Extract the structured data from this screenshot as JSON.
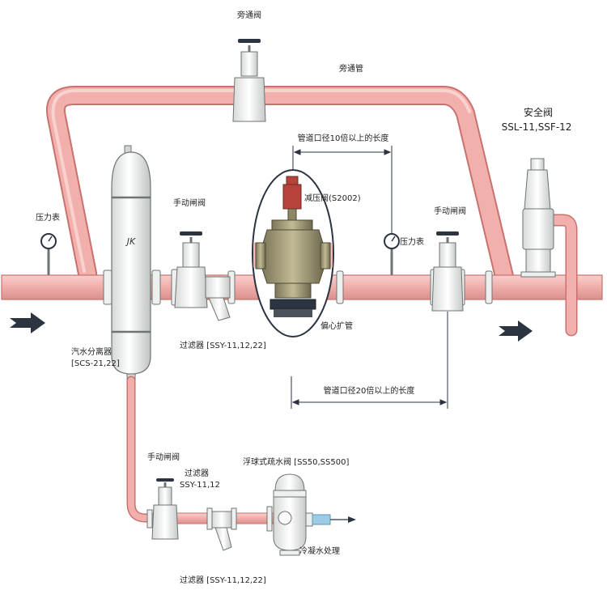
{
  "labels": {
    "bypass_valve": "旁通阀",
    "bypass_pipe": "旁通管",
    "safety_valve": "安全阀",
    "safety_valve_model": "SSL-11,SSF-12",
    "pressure_gauge_left": "压力表",
    "separator": "汽水分离器",
    "separator_model": "[SCS-21,22]",
    "manual_valve_upper_left": "手动闸阀",
    "filter_main": "过滤器 [SSY-11,12,22]",
    "length_upstream": "管道口径10倍以上的长度",
    "reducing_valve": "减压阀(S2002)",
    "pressure_gauge_right": "压力表",
    "manual_valve_upper_right": "手动闸阀",
    "eccentric_reducer": "偏心扩管",
    "length_downstream": "管道口径20倍以上的长度",
    "manual_valve_lower": "手动闸阀",
    "filter_lower_title": "过滤器",
    "filter_lower_model": "SSY-11,12",
    "float_trap": "浮球式疏水阀 [SS50,SS500]",
    "filter_bottom": "过滤器 [SSY-11,12,22]",
    "condensate": "冷凝水处理"
  },
  "colors": {
    "pipe": "#f2b0ad",
    "pipe_edge": "#c8716e",
    "valve_body": "#eef0ef",
    "valve_edge": "#6d7471",
    "reducing_valve": "#a09a78",
    "reducing_valve_top": "#b6423a",
    "flow_arrow": "#2b3440",
    "condensate_blue": "#9ccbe3"
  },
  "icons": [
    "flow-arrow-icon",
    "pressure-gauge-icon",
    "gate-valve-icon",
    "filter-icon",
    "steam-trap-icon",
    "safety-valve-icon",
    "reducing-valve-icon"
  ]
}
